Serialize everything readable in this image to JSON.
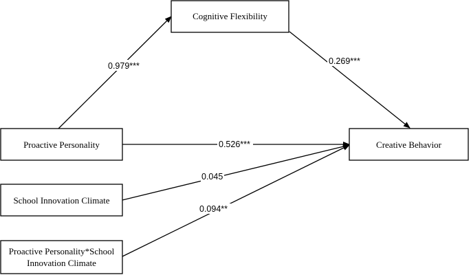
{
  "nodes": {
    "cognitive_flexibility": {
      "label": "Cognitive Flexibility"
    },
    "proactive_personality": {
      "label": "Proactive Personality"
    },
    "creative_behavior": {
      "label": "Creative Behavior"
    },
    "school_innovation_climate": {
      "label": "School Innovation Climate"
    },
    "interaction": {
      "label_line1": "Proactive Personality*School",
      "label_line2": "Innovation Climate"
    }
  },
  "edges": {
    "pp_to_cf": {
      "label": "0.979***"
    },
    "cf_to_cb": {
      "label": "0.269***"
    },
    "pp_to_cb": {
      "label": "0.526***"
    },
    "sic_to_cb": {
      "label": "0.045"
    },
    "int_to_cb": {
      "label": "0.094**"
    }
  },
  "colors": {
    "stroke": "#000000",
    "background": "#ffffff"
  }
}
